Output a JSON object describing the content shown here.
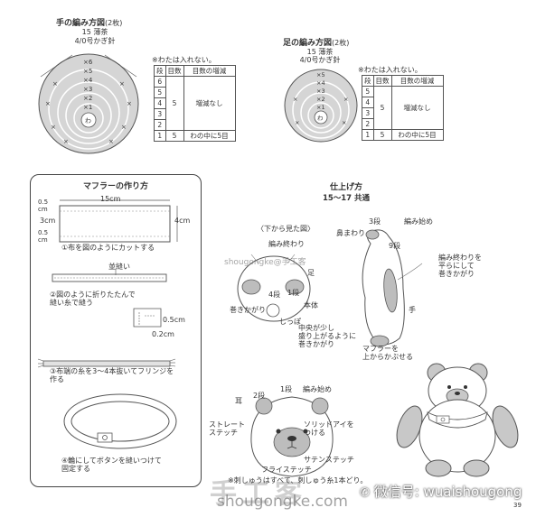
{
  "hand": {
    "title": "手の編み方図",
    "count": "(2枚)",
    "color": "15 薄茶",
    "hook": "4/0号かぎ針",
    "note": "※わたは入れない。",
    "rings": [
      "×6",
      "×5",
      "×4",
      "×3",
      "×2",
      "×1",
      "わ"
    ],
    "table": {
      "headers": [
        "段",
        "目数",
        "目数の増減"
      ],
      "rows": [
        [
          "6",
          "5",
          "増減なし"
        ],
        [
          "5",
          "",
          ""
        ],
        [
          "4",
          "",
          ""
        ],
        [
          "3",
          "",
          ""
        ],
        [
          "2",
          "",
          ""
        ],
        [
          "1",
          "5",
          "わの中に5目"
        ]
      ]
    }
  },
  "foot": {
    "title": "足の編み方図",
    "count": "(2枚)",
    "color": "15 薄茶",
    "hook": "4/0号かぎ針",
    "note": "※わたは入れない。",
    "rings": [
      "×5",
      "×4",
      "×3",
      "×2",
      "×1",
      "わ"
    ],
    "table": {
      "headers": [
        "段",
        "目数",
        "目数の増減"
      ],
      "rows": [
        [
          "5",
          "5",
          "増減なし"
        ],
        [
          "4",
          "",
          ""
        ],
        [
          "3",
          "",
          ""
        ],
        [
          "2",
          "",
          ""
        ],
        [
          "1",
          "5",
          "わの中に5目"
        ]
      ]
    }
  },
  "muffler": {
    "title": "マフラーの作り方",
    "width": "15cm",
    "left_dims": [
      "0.5",
      "cm",
      "3cm",
      "0.5",
      "cm"
    ],
    "height": "4cm",
    "step1": "①布を図のようにカットする",
    "seam": "並縫い",
    "step2_lines": [
      "②図のように折りたたんで",
      "縫い糸で縫う"
    ],
    "d1": "0.5cm",
    "d2": "0.2cm",
    "step3_lines": [
      "③布端の糸を3〜4本抜いてフリンジを",
      "作る"
    ],
    "step4_lines": [
      "④輪にしてボタンを縫いつけて",
      "固定する"
    ]
  },
  "finish": {
    "title": "仕上げ方",
    "subtitle": "15〜17 共通",
    "bottom_view": "〈下から見た図〉",
    "labels": {
      "amiowari": "編み終わり",
      "ashi": "足",
      "dan1": "1段",
      "dan4": "4段",
      "hontai": "本体",
      "makikagari1": "巻きかがり",
      "shippo": "しっぽ",
      "hanamawari": "鼻まわり",
      "dan3": "3段",
      "amihajime": "編み始め",
      "dan9": "9段",
      "te_note_lines": [
        "編み終わりを",
        "平らにして",
        "巻きかがり"
      ],
      "te": "手",
      "center_note_lines": [
        "中央が少し",
        "盛り上がるように",
        "巻きかがり"
      ],
      "mimi": "耳",
      "dan2": "2段",
      "dan1b": "1段",
      "amihajime2": "編み始め",
      "straight_lines": [
        "ストレート",
        "ステッチ"
      ],
      "solid_eye_lines": [
        "ソリッドアイを",
        "つける"
      ],
      "satin": "サテンステッチ",
      "fly": "フライステッチ",
      "embroidery_note": "※刺しゅうはすべて、刺しゅう糸1本どり。",
      "muffler_note_lines": [
        "マフラーを",
        "上からかぶせる"
      ]
    }
  },
  "watermarks": {
    "center": "shougongke@手工客",
    "big_brand": "手工客",
    "site": "shougongke.com",
    "wechat": "微信号: wuaishougong"
  },
  "page_number": "39"
}
